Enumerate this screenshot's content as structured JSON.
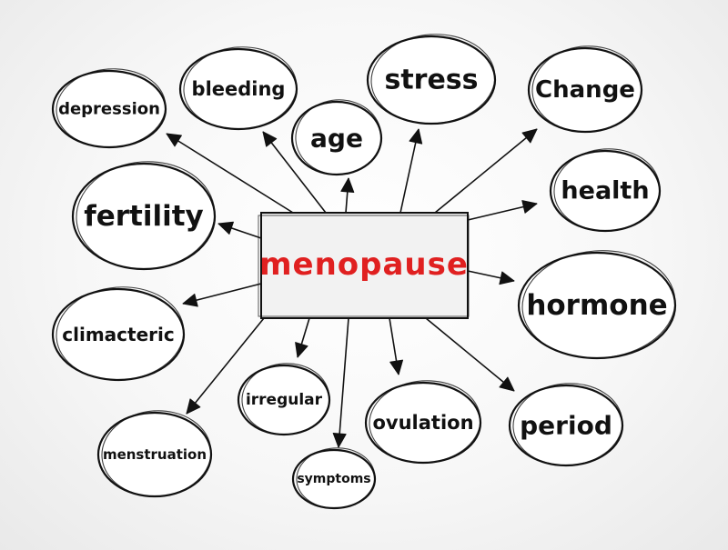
{
  "diagram": {
    "center": {
      "label": "menopause",
      "color": "#e02020"
    },
    "nodes": [
      {
        "id": "depression",
        "label": "depression"
      },
      {
        "id": "bleeding",
        "label": "bleeding"
      },
      {
        "id": "age",
        "label": "age"
      },
      {
        "id": "stress",
        "label": "stress"
      },
      {
        "id": "change",
        "label": "Change"
      },
      {
        "id": "health",
        "label": "health"
      },
      {
        "id": "fertility",
        "label": "fertility"
      },
      {
        "id": "hormone",
        "label": "hormone"
      },
      {
        "id": "climacteric",
        "label": "climacteric"
      },
      {
        "id": "irregular",
        "label": "irregular"
      },
      {
        "id": "ovulation",
        "label": "ovulation"
      },
      {
        "id": "period",
        "label": "period"
      },
      {
        "id": "menstruation",
        "label": "menstruation"
      },
      {
        "id": "symptoms",
        "label": "symptoms"
      }
    ]
  }
}
